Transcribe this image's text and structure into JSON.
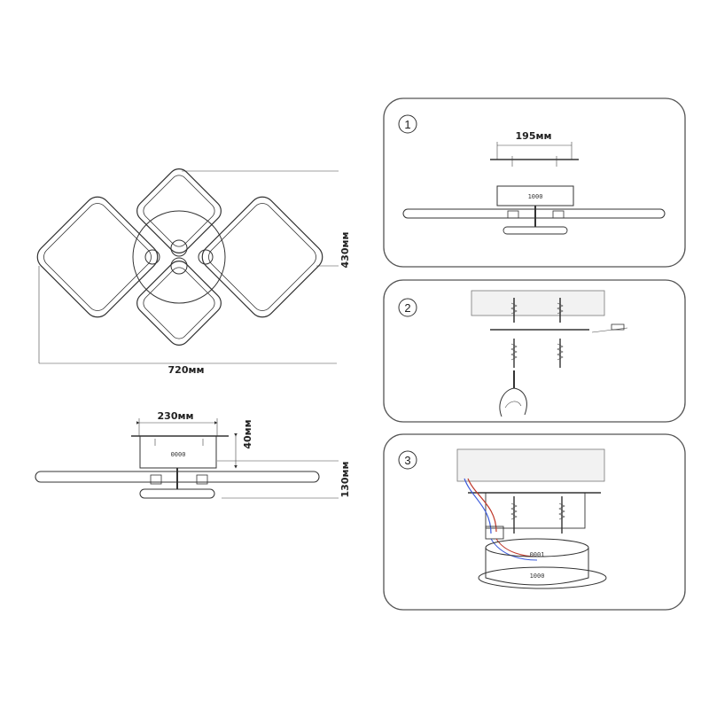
{
  "top_view": {
    "width_label": "720мм",
    "height_label": "430мм"
  },
  "side_view": {
    "plate_width_label": "230мм",
    "plate_height_label": "40мм",
    "total_height_label": "130мм",
    "plate_marking": "0000"
  },
  "steps": [
    {
      "number": "1",
      "dimension_label": "195мм",
      "plate_marking": "1000"
    },
    {
      "number": "2"
    },
    {
      "number": "3",
      "box_marking_top": "0001",
      "box_marking_bottom": "1000"
    }
  ],
  "colors": {
    "line": "#333333",
    "panel_border": "#555555",
    "ceiling_fill": "#f2f2f2",
    "wire_red": "#c0392b",
    "wire_blue": "#3b5bdb"
  }
}
